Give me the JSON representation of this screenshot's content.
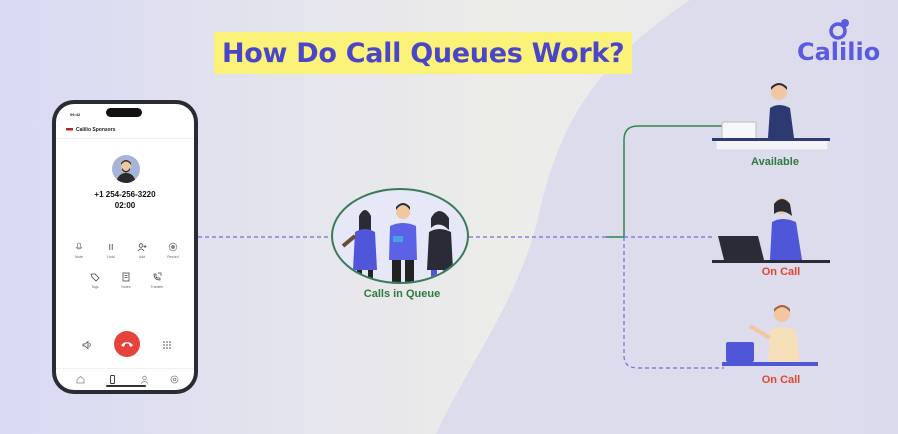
{
  "title": "How Do Call Queues Work?",
  "logo": {
    "text": "Calilio"
  },
  "phone": {
    "status_time": "09:42",
    "sponsor": "Calilio Sponsors",
    "number": "+1 254-256-3220",
    "timer": "02:00",
    "controls": [
      {
        "label": "Mute",
        "icon": "microphone-icon"
      },
      {
        "label": "Hold",
        "icon": "pause-icon"
      },
      {
        "label": "Add",
        "icon": "add-person-icon"
      },
      {
        "label": "Record",
        "icon": "record-icon"
      },
      {
        "label": "Tags",
        "icon": "tag-icon"
      },
      {
        "label": "Notes",
        "icon": "notes-icon"
      },
      {
        "label": "Transfer",
        "icon": "transfer-icon"
      }
    ]
  },
  "queue": {
    "label": "Calls in Queue"
  },
  "agents": [
    {
      "status": "Available",
      "color": "#2f7a3e"
    },
    {
      "status": "On Call",
      "color": "#e3462e"
    },
    {
      "status": "On Call",
      "color": "#e3462e"
    }
  ],
  "colors": {
    "accent": "#4b46c9",
    "highlight": "#fbf27a",
    "line": "#5a5be0"
  }
}
